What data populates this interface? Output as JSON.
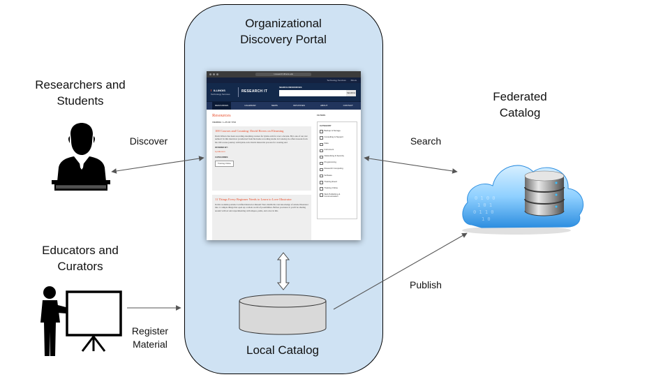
{
  "labels": {
    "portal_title": "Organizational\nDiscovery Portal",
    "researchers": "Researchers and\nStudents",
    "educators": "Educators and\nCurators",
    "federated": "Federated\nCatalog",
    "discover": "Discover",
    "search": "Search",
    "publish": "Publish",
    "register": "Register\nMaterial",
    "local_catalog": "Local Catalog"
  },
  "browser": {
    "url": "r.research.illinois.edu",
    "util_links": [
      "Technology Services",
      "Illinois"
    ],
    "logo_letter": "I",
    "logo_name": "ILLINOIS",
    "logo_sub": "Technology Services",
    "site_name": "RESEARCH IT",
    "search_label": "SEARCH RESOURCES",
    "search_button": "SEARCH",
    "nav": [
      "RESOURCES",
      "CALENDAR",
      "NEWS",
      "INITIATIVES",
      "ABOUT",
      "CONTACT"
    ],
    "heading": "Resources",
    "viewing": "VIEWING: 1–25 OF 7723",
    "cards": [
      {
        "title": "100 Courses and Counting: David Rivers on Elearning",
        "desc": "David Rivers has been recording elearning courses for lynda.com for over a decade. He's one of our star authors! In this interview (conducted from his home recording studio in Canada), he offers lessons from his 100 course journey with lynda.com. David shares his process for creating and",
        "offered_label": "OFFERED BY:",
        "offered_value": "Lynda.com",
        "categories_label": "CATEGORIES:",
        "tag": "Training Online"
      },
      {
        "title": "11 Things Every Beginner Needs to Learn to Love Illustrator",
        "desc": "In this workshop Adobe Certified Instructor Russell Viers distills his vast knowledge of Adobe Illustrator into 11 simple things that open up a whole world of possibilities. Before you know it you'll be sharing around with art and experimenting with shapes, paths, and color in this"
      }
    ],
    "filters_title": "FILTERS",
    "category_title": "CATEGORY",
    "categories": [
      "Backup & Storage",
      "Consulting & Support",
      "Data",
      "Instrument",
      "Networking & Security",
      "Programming",
      "Research Computing",
      "Software",
      "Training Event",
      "Training Online",
      "Web Publishing & Communication"
    ]
  }
}
